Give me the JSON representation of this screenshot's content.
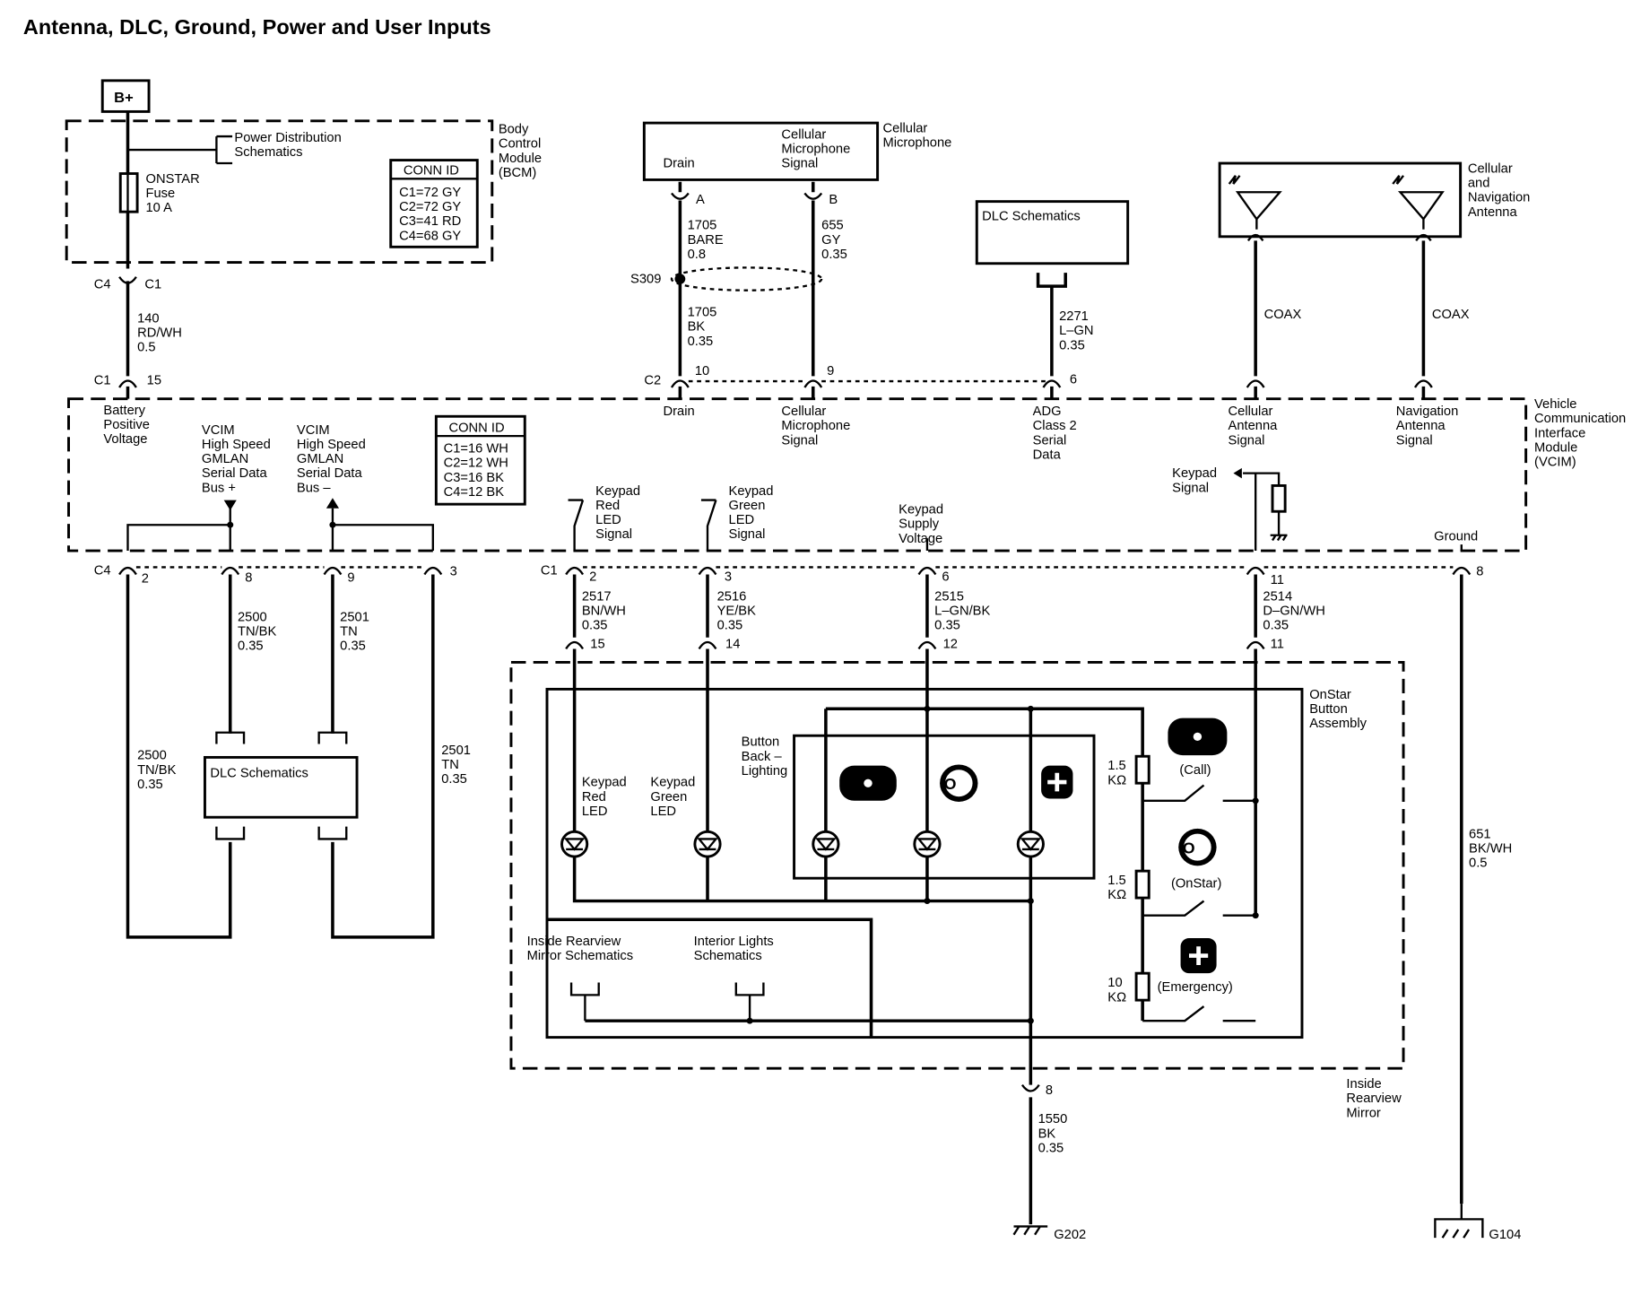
{
  "title": "Antenna, DLC, Ground, Power and User Inputs",
  "power": {
    "label": "B+"
  },
  "bcm": {
    "name": [
      "Body",
      "Control",
      "Module",
      "(BCM)"
    ],
    "pds": [
      "Power Distribution",
      "Schematics"
    ],
    "fuse": [
      "ONSTAR",
      "Fuse",
      "10 A"
    ],
    "conn_title": "CONN ID",
    "conn": [
      "C1=72 GY",
      "C2=72 GY",
      "C3=41 RD",
      "C4=68 GY"
    ]
  },
  "vcim": {
    "name": [
      "Vehicle",
      "Communication",
      "Interface",
      "Module",
      "(VCIM)"
    ],
    "conn_title": "CONN ID",
    "conn": [
      "C1=16 WH",
      "C2=12 WH",
      "C3=16 BK",
      "C4=12 BK"
    ],
    "labels": {
      "battery": [
        "Battery",
        "Positive",
        "Voltage"
      ],
      "gmlan_plus": [
        "VCIM",
        "High Speed",
        "GMLAN",
        "Serial Data",
        "Bus +"
      ],
      "gmlan_minus": [
        "VCIM",
        "High Speed",
        "GMLAN",
        "Serial Data",
        "Bus –"
      ],
      "drain": [
        "Drain"
      ],
      "mic_signal": [
        "Cellular",
        "Microphone",
        "Signal"
      ],
      "adg": [
        "ADG",
        "Class 2",
        "Serial",
        "Data"
      ],
      "cell_ant": [
        "Cellular",
        "Antenna",
        "Signal"
      ],
      "nav_ant": [
        "Navigation",
        "Antenna",
        "Signal"
      ],
      "keypad_red": [
        "Keypad",
        "Red",
        "LED",
        "Signal"
      ],
      "keypad_green": [
        "Keypad",
        "Green",
        "LED",
        "Signal"
      ],
      "keypad_supply": [
        "Keypad",
        "Supply",
        "Voltage"
      ],
      "keypad_signal": [
        "Keypad",
        "Signal"
      ],
      "ground": [
        "Ground"
      ]
    }
  },
  "microphone": {
    "name": [
      "Cellular",
      "Microphone"
    ],
    "drain": "Drain",
    "signal": [
      "Cellular",
      "Microphone",
      "Signal"
    ]
  },
  "antenna": {
    "name": [
      "Cellular",
      "and",
      "Navigation",
      "Antenna"
    ],
    "coax": "COAX"
  },
  "dlc": {
    "label": "DLC Schematics"
  },
  "splice": "S309",
  "connectors": {
    "c4": "C4",
    "c1": "C1",
    "c2": "C2",
    "a": "A",
    "b": "B",
    "p15": "15",
    "p10": "10",
    "p9": "9",
    "p6": "6",
    "p2": "2",
    "p8": "8",
    "p3": "3",
    "p11": "11",
    "p14": "14",
    "p12": "12"
  },
  "wires": {
    "w140": [
      "140",
      "RD/WH",
      "0.5"
    ],
    "w1705a": [
      "1705",
      "BARE",
      "0.8"
    ],
    "w1705b": [
      "1705",
      "BK",
      "0.35"
    ],
    "w655": [
      "655",
      "GY",
      "0.35"
    ],
    "w2271": [
      "2271",
      "L–GN",
      "0.35"
    ],
    "w2500": [
      "2500",
      "TN/BK",
      "0.35"
    ],
    "w2501": [
      "2501",
      "TN",
      "0.35"
    ],
    "w2517": [
      "2517",
      "BN/WH",
      "0.35"
    ],
    "w2516": [
      "2516",
      "YE/BK",
      "0.35"
    ],
    "w2515": [
      "2515",
      "L–GN/BK",
      "0.35"
    ],
    "w2514": [
      "2514",
      "D–GN/WH",
      "0.35"
    ],
    "w651": [
      "651",
      "BK/WH",
      "0.5"
    ],
    "w1550": [
      "1550",
      "BK",
      "0.35"
    ]
  },
  "mirror": {
    "name": [
      "Inside",
      "Rearview",
      "Mirror"
    ],
    "assembly": [
      "OnStar",
      "Button",
      "Assembly"
    ],
    "backlight": [
      "Button",
      "Back –",
      "Lighting"
    ],
    "led_red": [
      "Keypad",
      "Red",
      "LED"
    ],
    "led_green": [
      "Keypad",
      "Green",
      "LED"
    ],
    "irm_schem": [
      "Inside Rearview",
      "Mirror Schematics"
    ],
    "il_schem": [
      "Interior Lights",
      "Schematics"
    ],
    "r_call": [
      "1.5",
      "KΩ"
    ],
    "r_onstar": [
      "1.5",
      "KΩ"
    ],
    "r_emerg": [
      "10",
      "KΩ"
    ],
    "btn_call": "(Call)",
    "btn_onstar": "(OnStar)",
    "btn_emerg": "(Emergency)"
  },
  "grounds": {
    "g202": "G202",
    "g104": "G104"
  }
}
